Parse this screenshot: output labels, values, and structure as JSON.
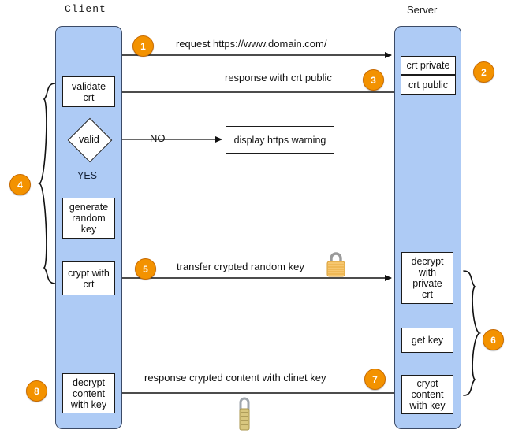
{
  "diagram": {
    "title_client": "Client",
    "title_server": "Server"
  },
  "client": {
    "boxes": [
      {
        "name": "validate-crt",
        "lines": [
          "validate",
          "crt"
        ]
      },
      {
        "name": "generate-random-key",
        "lines": [
          "generate",
          "random",
          "key"
        ]
      },
      {
        "name": "crypt-with-crt",
        "lines": [
          "crypt with",
          "crt"
        ]
      },
      {
        "name": "decrypt-content-with-key",
        "lines": [
          "decrypt",
          "content",
          "with key"
        ]
      }
    ],
    "decision": {
      "label": "valid"
    },
    "branch_no": "NO",
    "branch_yes": "YES",
    "warning_box": "display https warning"
  },
  "server": {
    "boxes": [
      {
        "name": "crt-private",
        "lines": [
          "crt private"
        ]
      },
      {
        "name": "crt-public",
        "lines": [
          "crt public"
        ]
      },
      {
        "name": "decrypt-with-private-crt",
        "lines": [
          "decrypt",
          "with",
          "private",
          "crt"
        ]
      },
      {
        "name": "get-key",
        "lines": [
          "get key"
        ]
      },
      {
        "name": "crypt-content-with-key",
        "lines": [
          "crypt",
          "content",
          "with key"
        ]
      }
    ]
  },
  "messages": [
    {
      "id": "request",
      "text": "request https://www.domain.com/"
    },
    {
      "id": "response-crt-public",
      "text": "response with crt public"
    },
    {
      "id": "transfer-key",
      "text": "transfer crypted random key"
    },
    {
      "id": "response-content",
      "text": "response crypted content with clinet key"
    }
  ],
  "steps": [
    {
      "n": "1"
    },
    {
      "n": "2"
    },
    {
      "n": "3"
    },
    {
      "n": "4"
    },
    {
      "n": "5"
    },
    {
      "n": "6"
    },
    {
      "n": "7"
    },
    {
      "n": "8"
    }
  ],
  "colors": {
    "lifeline_fill": "#aecbf5",
    "lifeline_stroke": "#3b4a66",
    "bubble_fill": "#f39200",
    "box_stroke": "#1b1b1b",
    "text": "#111111"
  },
  "icons": {
    "lock_closed": "padlock-icon",
    "lock_combination": "combination-padlock-icon"
  }
}
